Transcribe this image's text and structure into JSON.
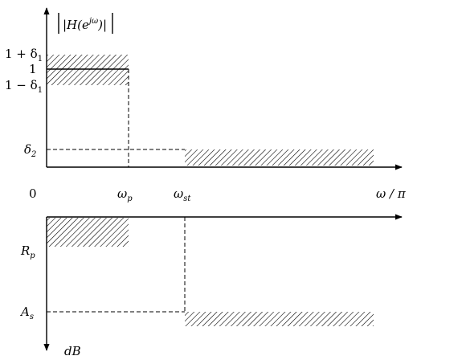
{
  "top_plot": {
    "y_axis_label": {
      "prefix": "|H(e",
      "sup": "jω",
      "suffix": ")|"
    },
    "y_ticks": {
      "upper": {
        "main": "1 + δ",
        "sub": "1"
      },
      "one": {
        "main": "1"
      },
      "lower": {
        "main": "1 − δ",
        "sub": "1"
      },
      "delta2": {
        "main": "δ",
        "sub": "2"
      }
    },
    "origin_label": "0",
    "x_ticks": {
      "wp": {
        "main": "ω",
        "sub": "p"
      },
      "wst": {
        "main": "ω",
        "sub": "st"
      }
    },
    "x_axis_label": "ω / π"
  },
  "bottom_plot": {
    "y_ticks": {
      "rp": {
        "main": "R",
        "sub": "p"
      },
      "as": {
        "main": "A",
        "sub": "s"
      }
    },
    "y_axis_label": "dB"
  }
}
